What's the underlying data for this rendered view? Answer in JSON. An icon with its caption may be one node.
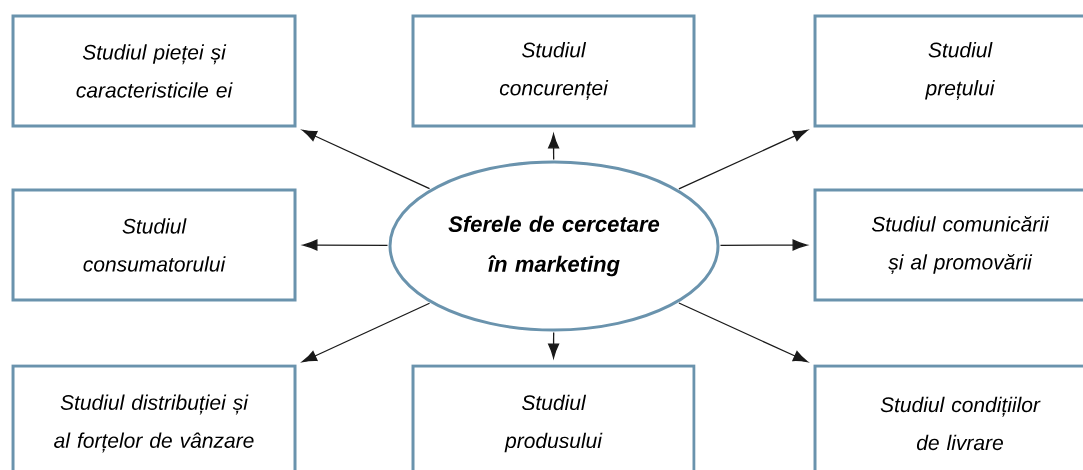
{
  "diagram": {
    "nodes": [
      {
        "text": [
          "Studiul pieței și caracteristicile ei"
        ]
      },
      {
        "text": [
          "Studiul concurenței"
        ]
      },
      {
        "text": [
          "Studiul prețului"
        ]
      },
      {
        "text": [
          "Studiul consumatorului"
        ]
      },
      {
        "text": [
          "Sferele de cercetare în marketing"
        ]
      },
      {
        "text": [
          "Studiul comunicării și al promovării"
        ]
      },
      {
        "text": [
          "Studiul distribuției și al forțelor de vânzare"
        ]
      },
      {
        "text": [
          "Studiul produsului"
        ]
      },
      {
        "text": [
          "Studiul condițiilor de livrare"
        ]
      }
    ],
    "edges": [
      {
        "from": 4,
        "to": 0,
        "arrow": "to"
      },
      {
        "from": 4,
        "to": 1,
        "arrow": "to"
      },
      {
        "from": 4,
        "to": 2,
        "arrow": "to"
      },
      {
        "from": 4,
        "to": 3,
        "arrow": "to"
      },
      {
        "from": 4,
        "to": 5,
        "arrow": "to"
      },
      {
        "from": 4,
        "to": 6,
        "arrow": "to"
      },
      {
        "from": 4,
        "to": 7,
        "arrow": "to"
      },
      {
        "from": 4,
        "to": 8,
        "arrow": "to"
      }
    ]
  }
}
